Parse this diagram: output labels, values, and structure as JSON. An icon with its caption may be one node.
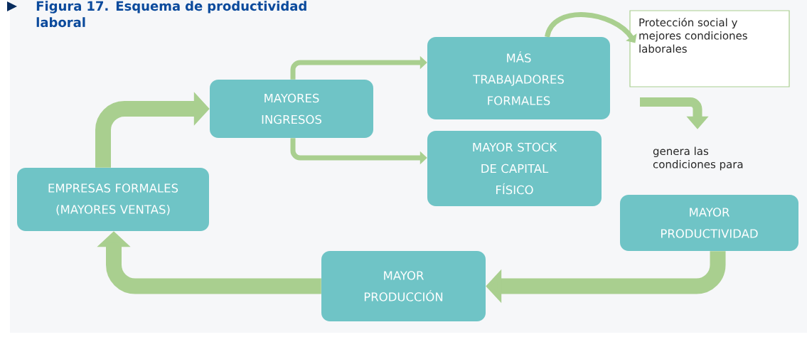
{
  "diagram": {
    "title": "Figura 17. Esquema de productividad laboral",
    "nodes": [
      {
        "text": [
          "EMPRESAS FORMALES (MAYORES VENTAS)"
        ]
      },
      {
        "text": [
          "MAYORES INGRESOS"
        ]
      },
      {
        "text": [
          "MÁS TRABAJADORES FORMALES"
        ]
      },
      {
        "text": [
          "MAYOR STOCK DE CAPITAL FÍSICO"
        ]
      },
      {
        "text": [
          "Protección social y mejores condiciones laborales"
        ]
      },
      {
        "text": [
          "genera las condiciones para"
        ]
      },
      {
        "text": [
          "MAYOR PRODUCTIVIDAD"
        ]
      },
      {
        "text": [
          "MAYOR PRODUCCIÓN"
        ]
      }
    ],
    "edges": [
      {
        "from": 0,
        "to": 1,
        "arrow": "to"
      },
      {
        "from": 1,
        "to": 2,
        "arrow": "to"
      },
      {
        "from": 1,
        "to": 3,
        "arrow": "to"
      },
      {
        "from": 2,
        "to": 4,
        "arrow": "to"
      },
      {
        "from": 4,
        "to": 5,
        "arrow": "to"
      },
      {
        "from": 6,
        "to": 7,
        "arrow": "to"
      },
      {
        "from": 7,
        "to": 0,
        "arrow": "to"
      }
    ]
  }
}
